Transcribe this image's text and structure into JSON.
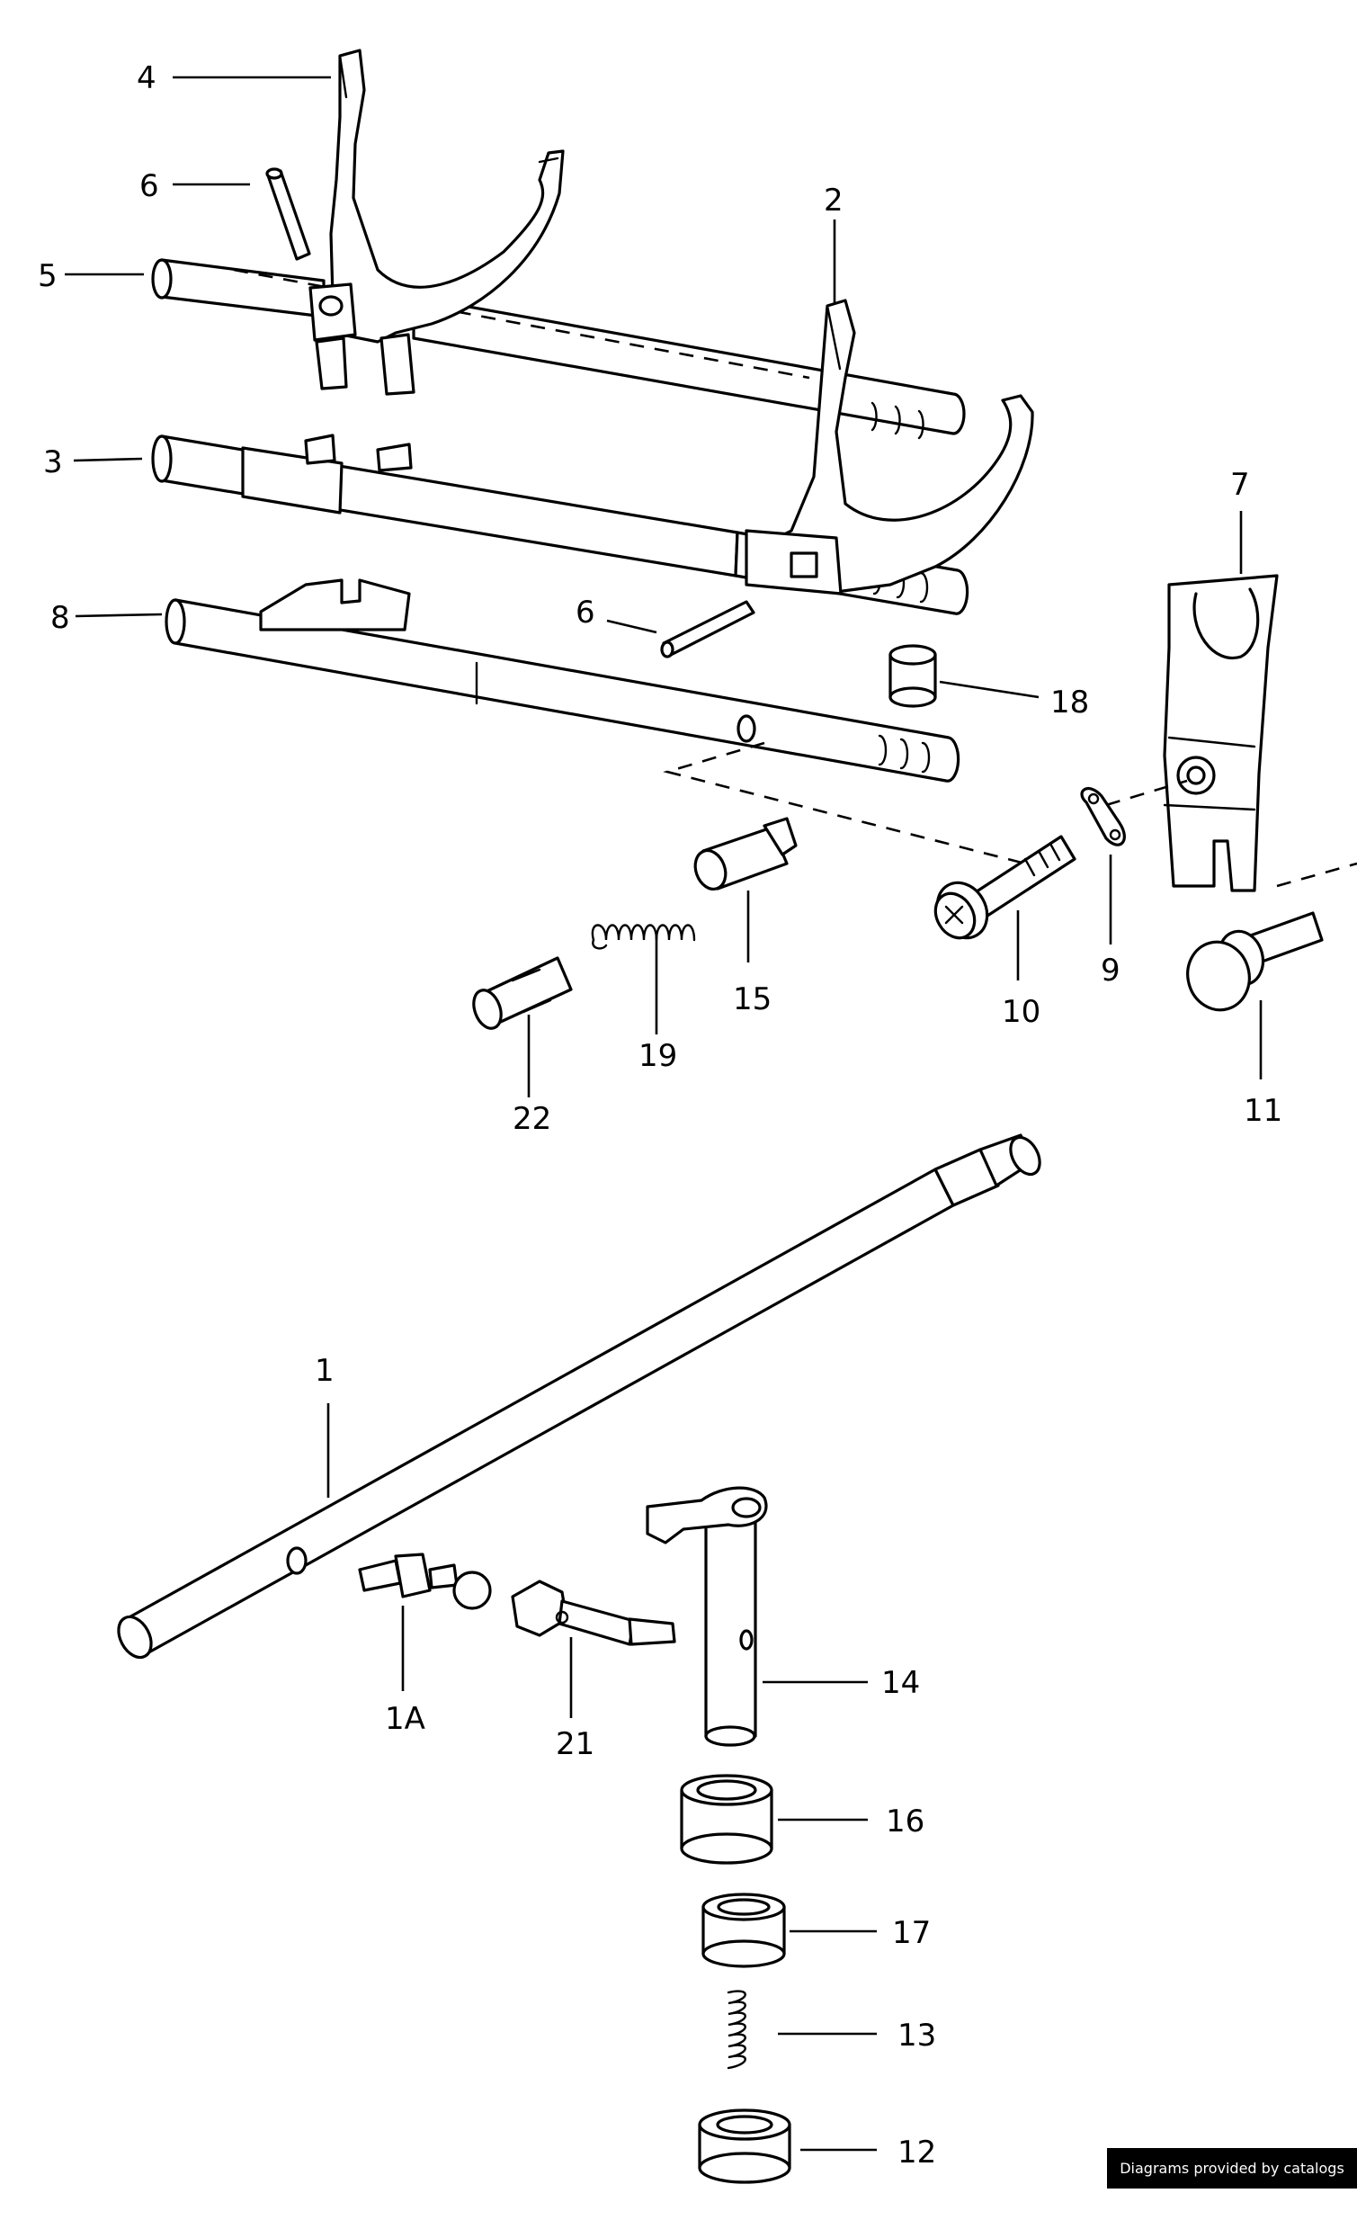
{
  "diagram": {
    "callouts": [
      {
        "id": "4",
        "text": "4"
      },
      {
        "id": "6a",
        "text": "6"
      },
      {
        "id": "5",
        "text": "5"
      },
      {
        "id": "2",
        "text": "2"
      },
      {
        "id": "3",
        "text": "3"
      },
      {
        "id": "7",
        "text": "7"
      },
      {
        "id": "8",
        "text": "8"
      },
      {
        "id": "6b",
        "text": "6"
      },
      {
        "id": "18",
        "text": "18"
      },
      {
        "id": "9",
        "text": "9"
      },
      {
        "id": "10",
        "text": "10"
      },
      {
        "id": "15",
        "text": "15"
      },
      {
        "id": "19",
        "text": "19"
      },
      {
        "id": "22",
        "text": "22"
      },
      {
        "id": "11",
        "text": "11"
      },
      {
        "id": "1",
        "text": "1"
      },
      {
        "id": "1A",
        "text": "1A"
      },
      {
        "id": "21",
        "text": "21"
      },
      {
        "id": "14",
        "text": "14"
      },
      {
        "id": "16",
        "text": "16"
      },
      {
        "id": "17",
        "text": "17"
      },
      {
        "id": "13",
        "text": "13"
      },
      {
        "id": "12",
        "text": "12"
      }
    ]
  },
  "footer": {
    "credit": "Diagrams provided by catalogs parts"
  }
}
